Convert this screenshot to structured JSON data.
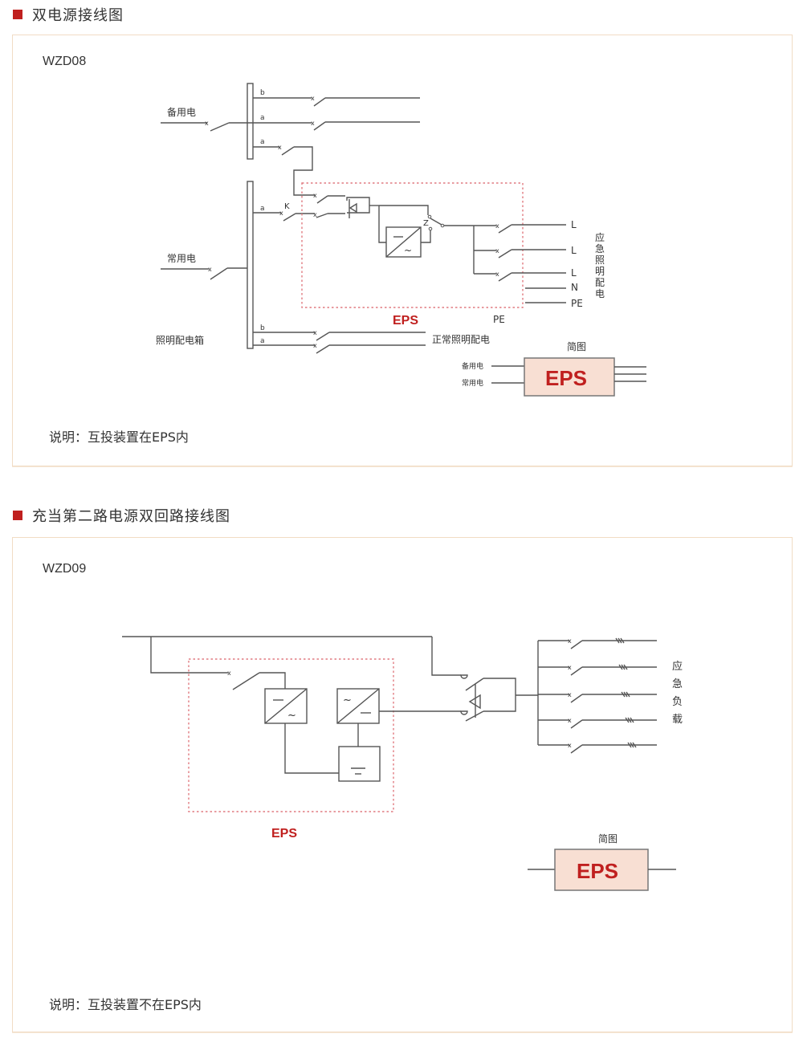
{
  "sections": [
    {
      "title": "双电源接线图",
      "code": "WZD08",
      "note": "说明：互投装置在EPS内",
      "labels": {
        "backup_power": "备用电",
        "normal_power": "常用电",
        "lighting_box": "照明配电箱",
        "bus_b_top": "b",
        "bus_a_top1": "a",
        "bus_a_top2": "a",
        "bus_a_mid": "a",
        "switch_k": "K",
        "switch_z": "Z",
        "bus_b_bottom": "b",
        "bus_a_bottom": "a",
        "out_l1": "L",
        "out_l2": "L",
        "out_l3": "L",
        "out_n": "N",
        "out_pe": "PE",
        "pe_label": "PE",
        "eps_label": "EPS",
        "emergency_lighting": [
          "应",
          "急",
          "照",
          "明",
          "配",
          "电"
        ],
        "normal_lighting": "正常照明配电",
        "simple_title": "简图",
        "simple_in1": "备用电",
        "simple_in2": "常用电",
        "simple_box": "EPS"
      }
    },
    {
      "title": "充当第二路电源双回路接线图",
      "code": "WZD09",
      "note": "说明：互投装置不在EPS内",
      "labels": {
        "eps_label": "EPS",
        "emergency_load": [
          "应",
          "急",
          "负",
          "载"
        ],
        "simple_title": "简图",
        "simple_box": "EPS"
      }
    }
  ],
  "colors": {
    "accent": "#c0201f",
    "panel_border": "#f1dcc4",
    "eps_box_fill": "#f8dfd3",
    "dashed_boundary": "#e07a80"
  }
}
